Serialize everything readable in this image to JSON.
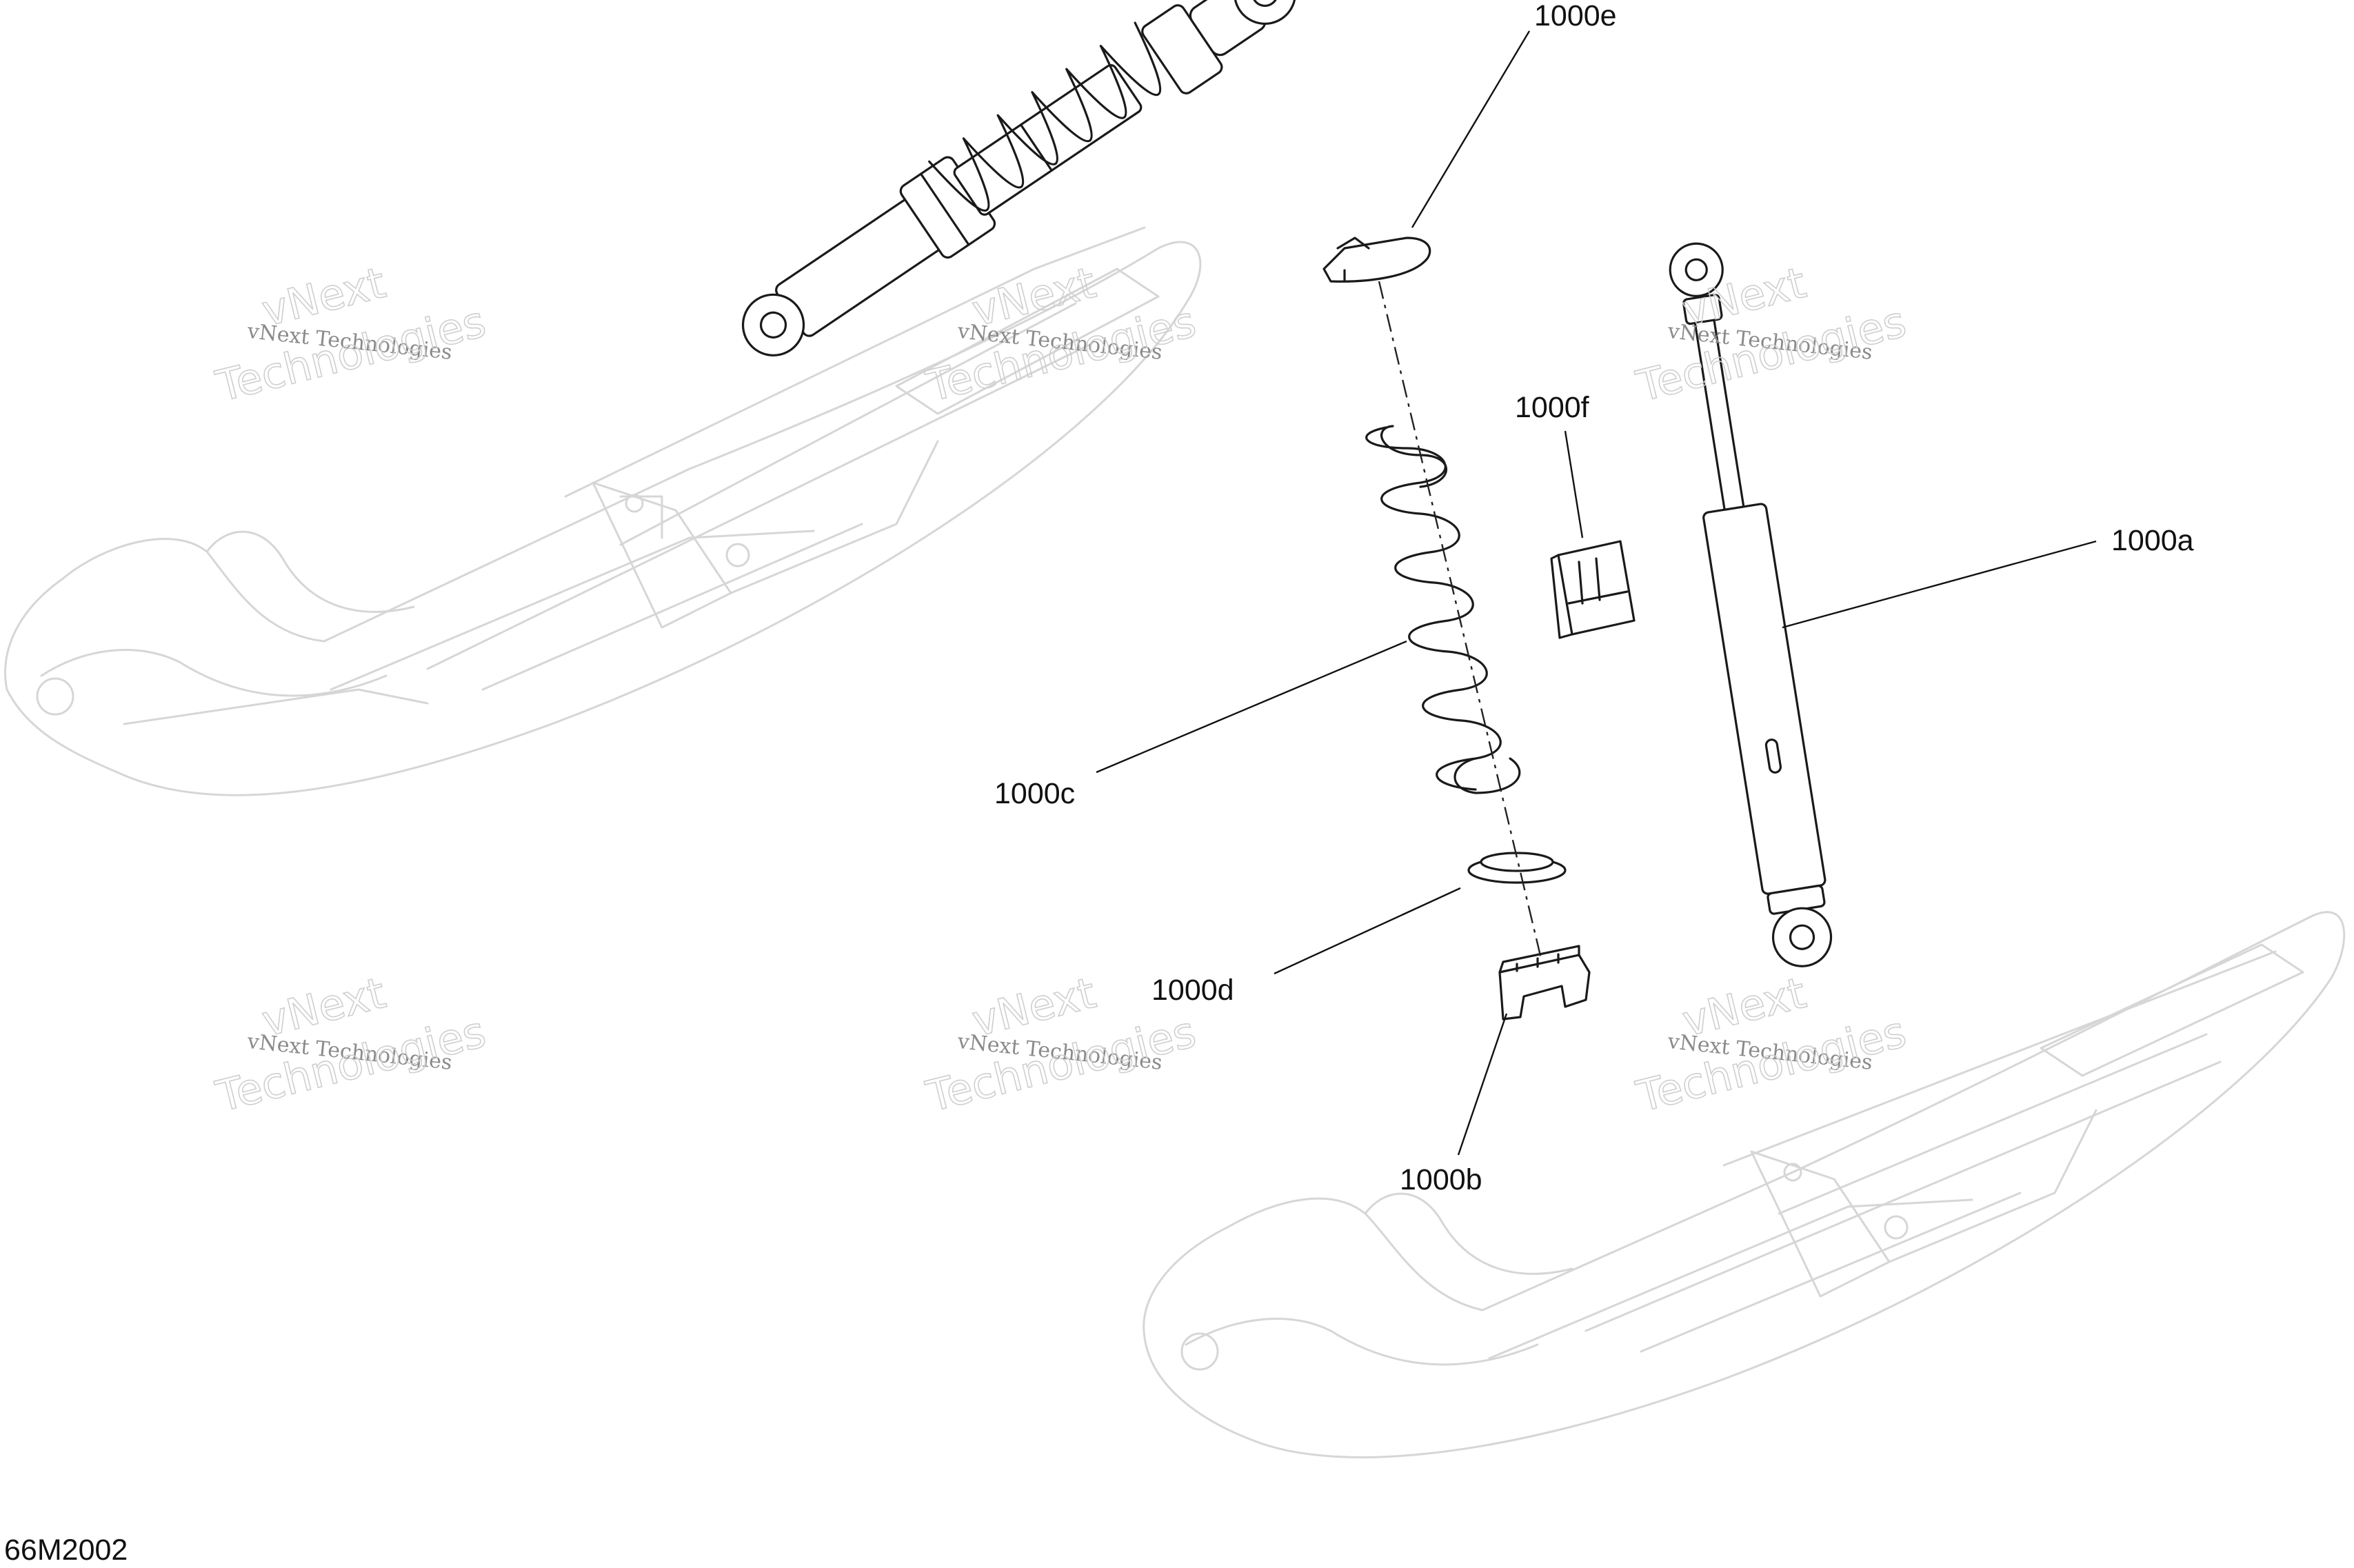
{
  "diagram": {
    "figure_id": "66M2002",
    "callouts": [
      {
        "id": "c-1000e",
        "label": "1000e"
      },
      {
        "id": "c-1000f",
        "label": "1000f"
      },
      {
        "id": "c-1000a",
        "label": "1000a"
      },
      {
        "id": "c-1000c",
        "label": "1000c"
      },
      {
        "id": "c-1000d",
        "label": "1000d"
      },
      {
        "id": "c-1000b",
        "label": "1000b"
      }
    ]
  },
  "watermark": {
    "line_small": "vNext Technologies",
    "line_big_1": "vNext",
    "line_big_2": "Technologies"
  }
}
